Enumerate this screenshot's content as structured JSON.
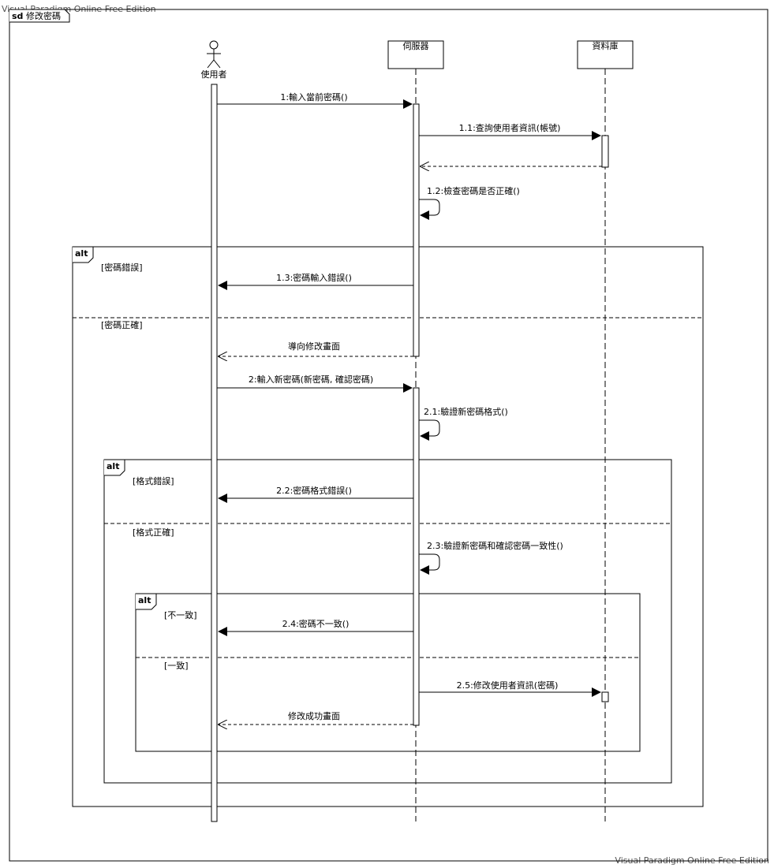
{
  "watermark": {
    "top": "Visual Paradigm Online Free Edition",
    "bottom": "Visual Paradigm Online Free Edition"
  },
  "frame": {
    "keyword": "sd",
    "title": "修改密碼"
  },
  "lifelines": {
    "user": "使用者",
    "server": "伺服器",
    "database": "資料庫"
  },
  "fragments": {
    "outer": {
      "operator": "alt",
      "guard1": "[密碼錯誤]",
      "guard2": "[密碼正確]"
    },
    "middle": {
      "operator": "alt",
      "guard1": "[格式錯誤]",
      "guard2": "[格式正確]"
    },
    "inner": {
      "operator": "alt",
      "guard1": "[不一致]",
      "guard2": "[一致]"
    }
  },
  "messages": [
    {
      "id": "m1",
      "label": "1:輸入當前密碼()",
      "kind": "sync"
    },
    {
      "id": "m1_1",
      "label": "1.1:查詢使用者資訊(帳號)",
      "kind": "sync"
    },
    {
      "id": "m1_1r",
      "label": "",
      "kind": "return"
    },
    {
      "id": "m1_2",
      "label": "1.2:檢查密碼是否正確()",
      "kind": "self"
    },
    {
      "id": "m1_3",
      "label": "1.3:密碼輸入錯誤()",
      "kind": "sync"
    },
    {
      "id": "mr1",
      "label": "導向修改畫面",
      "kind": "return"
    },
    {
      "id": "m2",
      "label": "2:輸入新密碼(新密碼, 確認密碼)",
      "kind": "sync"
    },
    {
      "id": "m2_1",
      "label": "2.1:驗證新密碼格式()",
      "kind": "self"
    },
    {
      "id": "m2_2",
      "label": "2.2:密碼格式錯誤()",
      "kind": "sync"
    },
    {
      "id": "m2_3",
      "label": "2.3:驗證新密碼和確認密碼一致性()",
      "kind": "self"
    },
    {
      "id": "m2_4",
      "label": "2.4:密碼不一致()",
      "kind": "sync"
    },
    {
      "id": "m2_5",
      "label": "2.5:修改使用者資訊(密碼)",
      "kind": "sync"
    },
    {
      "id": "mr2",
      "label": "修改成功畫面",
      "kind": "return"
    }
  ]
}
